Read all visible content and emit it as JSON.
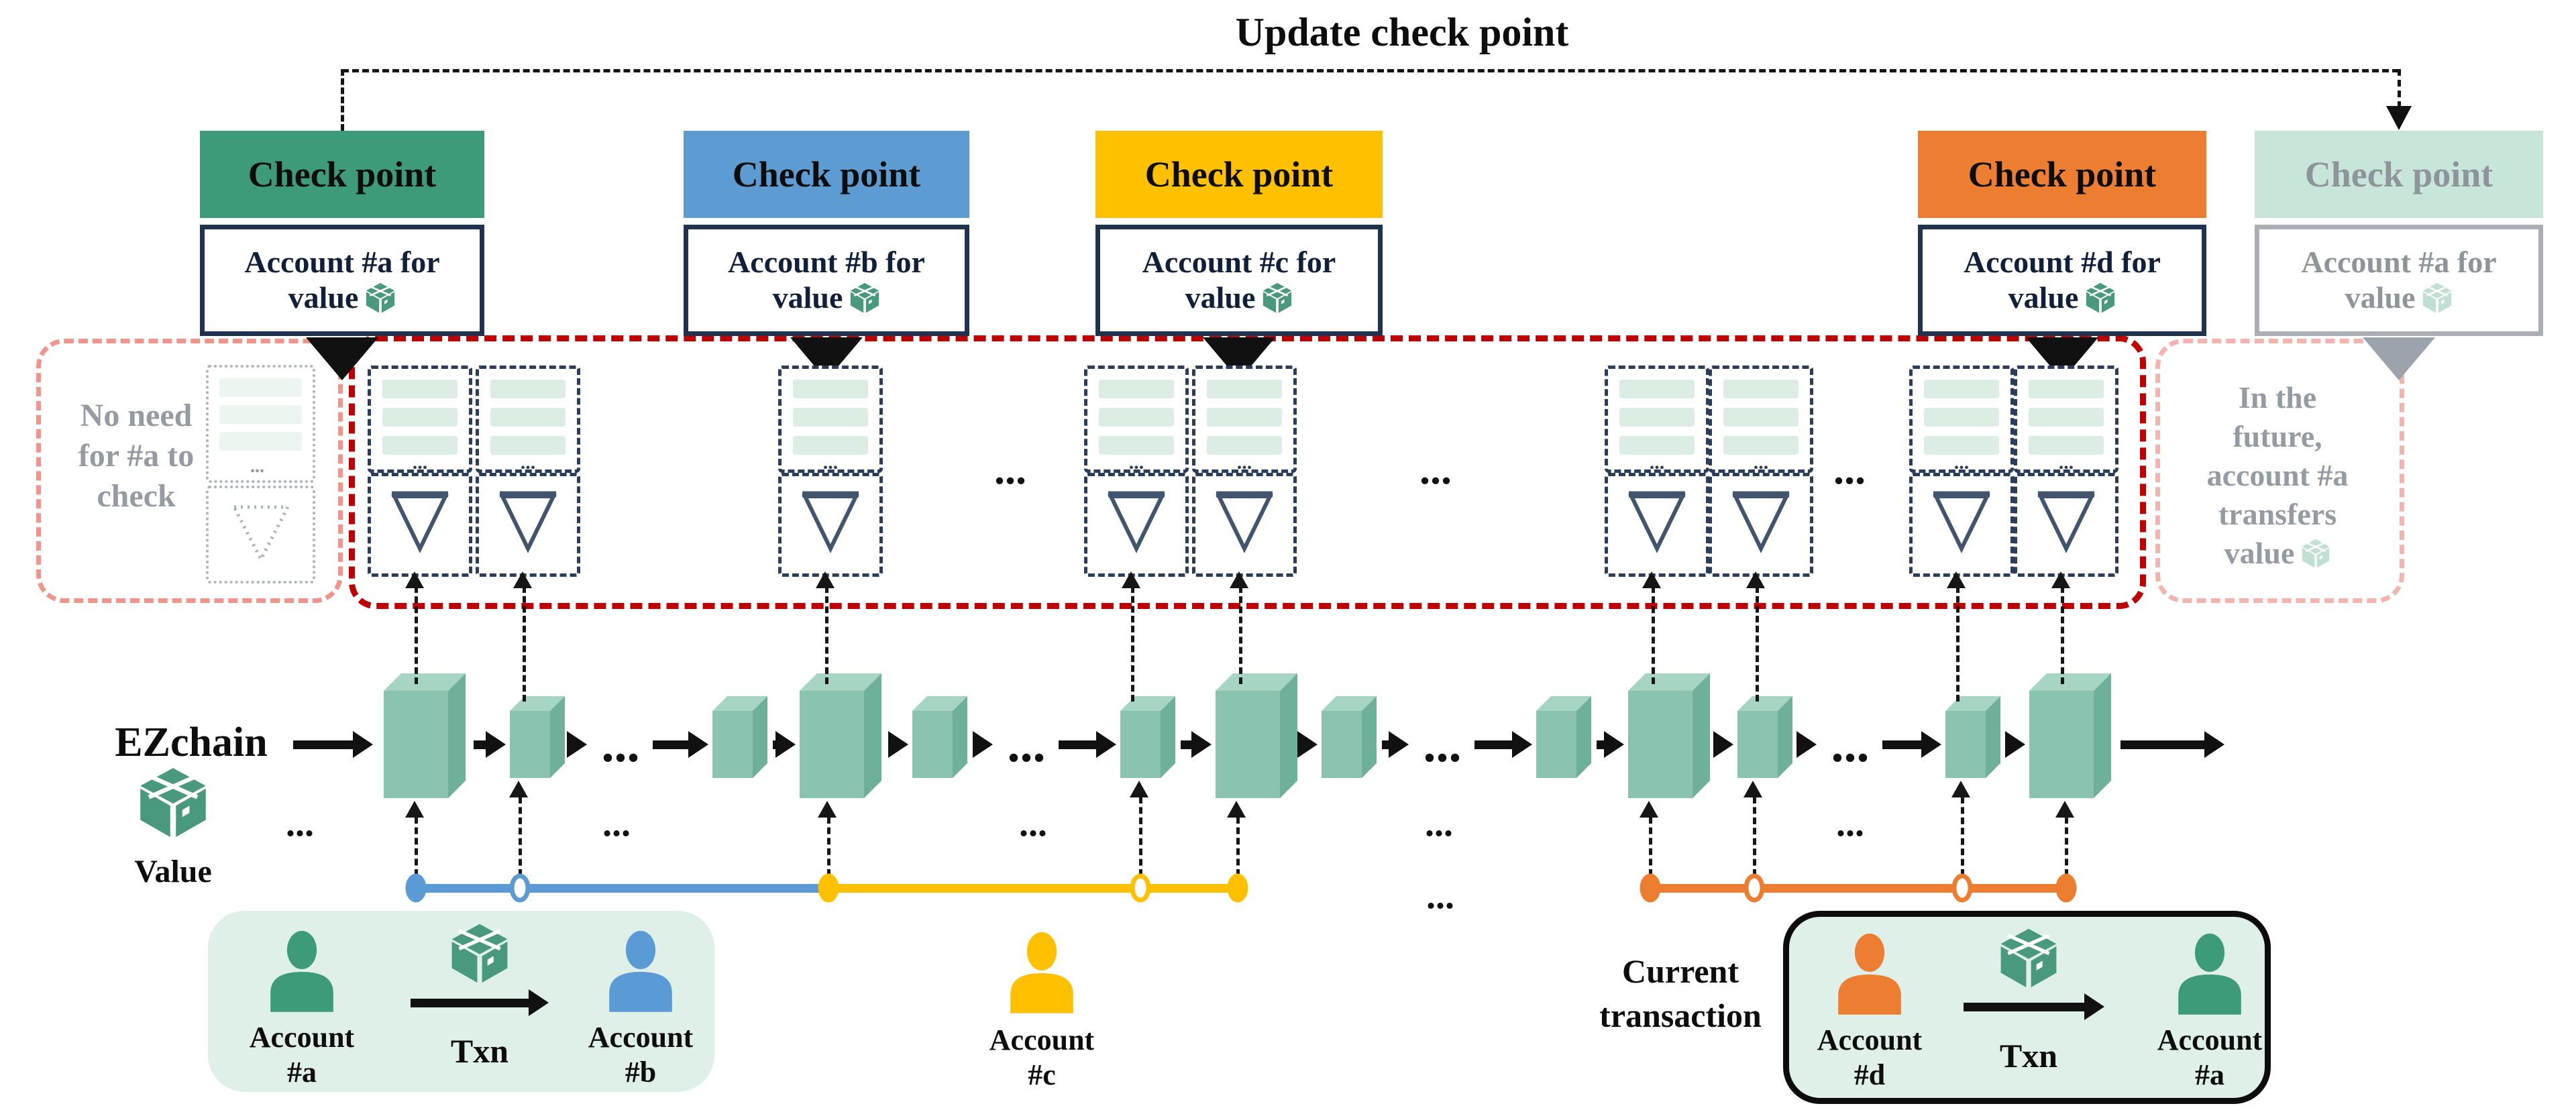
{
  "figure_title": "Update check point",
  "ellipsis": "...",
  "checkpoints": [
    {
      "title": "Check point",
      "account_line1": "Account #a for",
      "account_line2": "value",
      "color": "#3D9B79",
      "faded": false
    },
    {
      "title": "Check point",
      "account_line1": "Account #b for",
      "account_line2": "value",
      "color": "#5D9CD3",
      "faded": false
    },
    {
      "title": "Check point",
      "account_line1": "Account #c for",
      "account_line2": "value",
      "color": "#FFC000",
      "faded": false
    },
    {
      "title": "Check point",
      "account_line1": "Account #d for",
      "account_line2": "value",
      "color": "#ED7D31",
      "faded": false
    },
    {
      "title": "Check point",
      "account_line1": "Account #a for",
      "account_line2": "value",
      "color": "#C8E5DA",
      "faded": true
    }
  ],
  "left_note": {
    "lines": [
      "No need",
      "for #a to",
      "check"
    ]
  },
  "right_note": {
    "lines": [
      "In the",
      "future,",
      "account #a",
      "transfers",
      "value"
    ]
  },
  "chain_label": "EZchain",
  "value_label": "Value",
  "account_c": {
    "line1": "Account",
    "line2": "#c",
    "color": "#FFC000"
  },
  "current_transaction_label": {
    "line1": "Current",
    "line2": "transaction"
  },
  "transaction_legends": [
    {
      "from_label1": "Account",
      "from_label2": "#a",
      "from_color": "#3D9B79",
      "txn_label": "Txn",
      "to_label1": "Account",
      "to_label2": "#b",
      "to_color": "#5B9BD5",
      "bordered": false
    },
    {
      "from_label1": "Account",
      "from_label2": "#d",
      "from_color": "#ED7D31",
      "txn_label": "Txn",
      "to_label1": "Account",
      "to_label2": "#a",
      "to_color": "#3D9B79",
      "bordered": true
    }
  ],
  "colors": {
    "navy_border": "#1F3350",
    "unit_border": "#2A3E5C",
    "triangle_stroke": "#41556E",
    "red_dashed": "#C00000",
    "pink_dashed_left": "#F0948C",
    "pink_dashed_right": "#F5B3AE",
    "mint_bar": "#DCEDE4",
    "legend_bg": "#DFF0E8",
    "cube_teal": "#49997F",
    "cube_faded": "#BFE0D2",
    "chain_front": "#8AC4B0",
    "chain_top": "#A7D5C4",
    "chain_side": "#6FB09B",
    "timeline_blue": "#5B9BD5",
    "timeline_yellow": "#FFC000",
    "timeline_orange": "#ED7D31",
    "faded_text": "#8D959B",
    "gray_arrow": "#9CA3AA"
  }
}
